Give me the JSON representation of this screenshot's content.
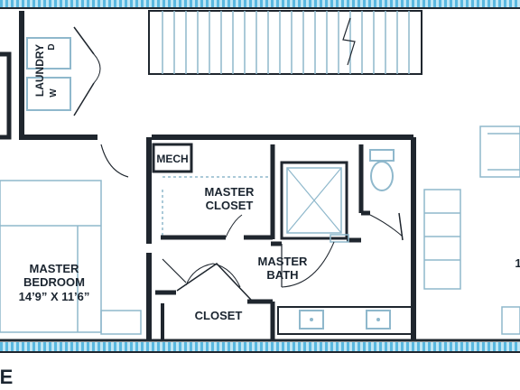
{
  "rooms": {
    "laundry": {
      "label": "LAUNDRY",
      "dryer": "D",
      "washer": "W"
    },
    "mech": {
      "label": "MECH"
    },
    "master_closet": {
      "line1": "MASTER",
      "line2": "CLOSET"
    },
    "master_bath": {
      "line1": "MASTER",
      "line2": "BATH"
    },
    "master_bedroom": {
      "line1": "MASTER",
      "line2": "BEDROOM",
      "dimensions": "14’9” X 11’6”"
    },
    "closet": {
      "label": "CLOSET"
    },
    "right_room": {
      "partial_label": "1"
    }
  },
  "footer": {
    "partial_label": "E"
  },
  "colors": {
    "wall": "#1f262e",
    "fixture": "#8fb8cc",
    "glass_band": "#5ab8e0",
    "glass_light": "#bfe6f5"
  }
}
